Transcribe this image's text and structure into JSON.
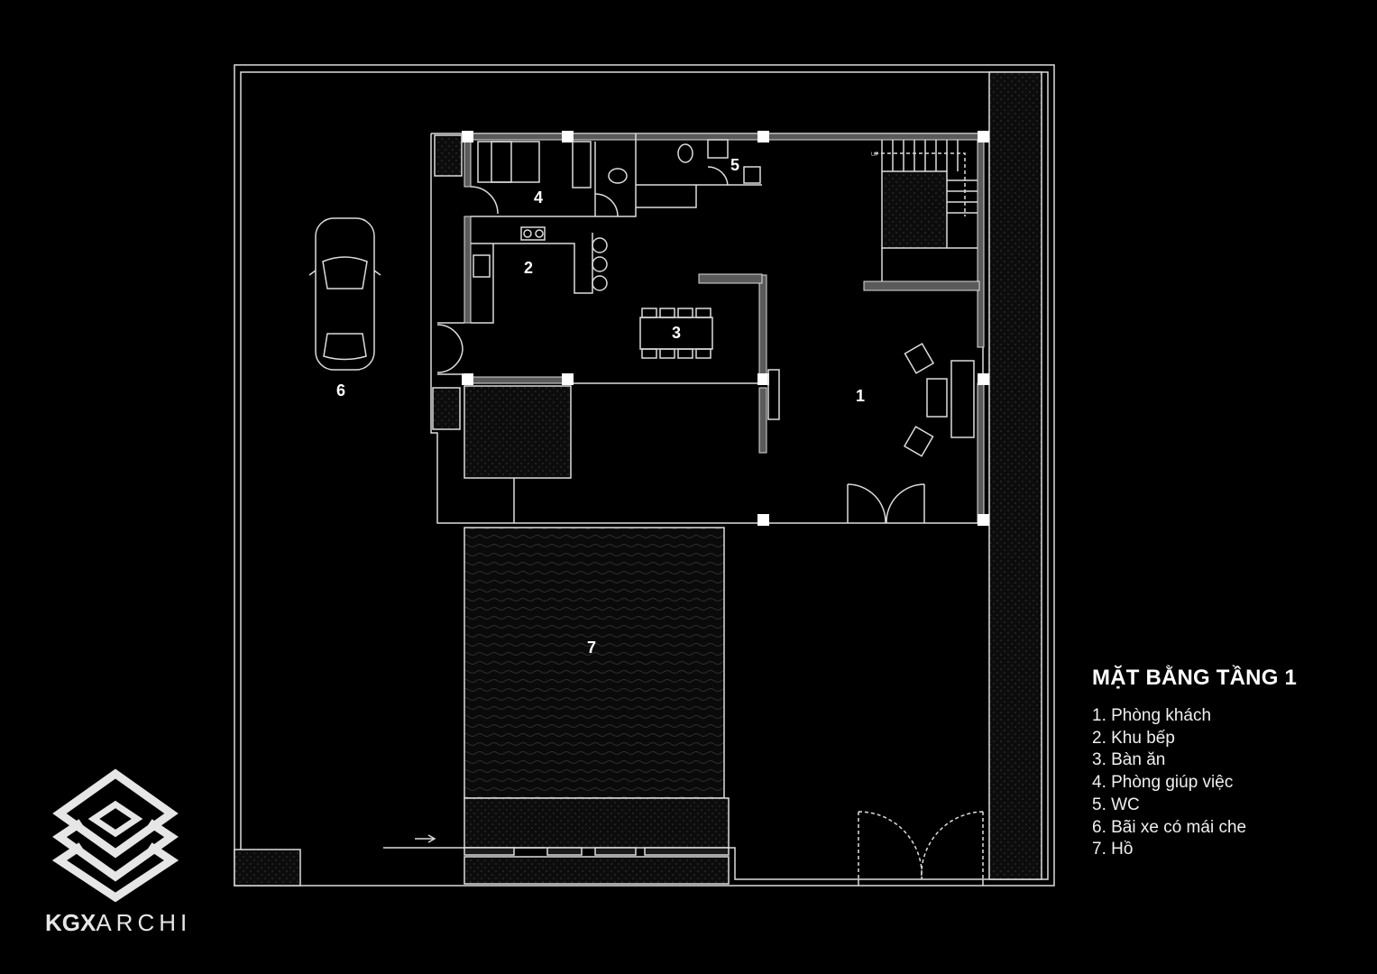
{
  "plan": {
    "room_labels": [
      "1",
      "2",
      "3",
      "4",
      "5",
      "6",
      "7"
    ],
    "stair_label": "UP"
  },
  "legend": {
    "title": "MẶT BẰNG TẦNG 1",
    "items": [
      "1. Phòng khách",
      "2. Khu bếp",
      "3. Bàn ăn",
      "4. Phòng giúp việc",
      "5. WC",
      "6. Bãi xe có mái che",
      "7. Hồ"
    ]
  },
  "brand": {
    "bold": "KGX",
    "light": "ARCHI"
  },
  "colors": {
    "background": "#000000",
    "lines": "#e6e6e6",
    "walls": "#5a5a5a"
  }
}
